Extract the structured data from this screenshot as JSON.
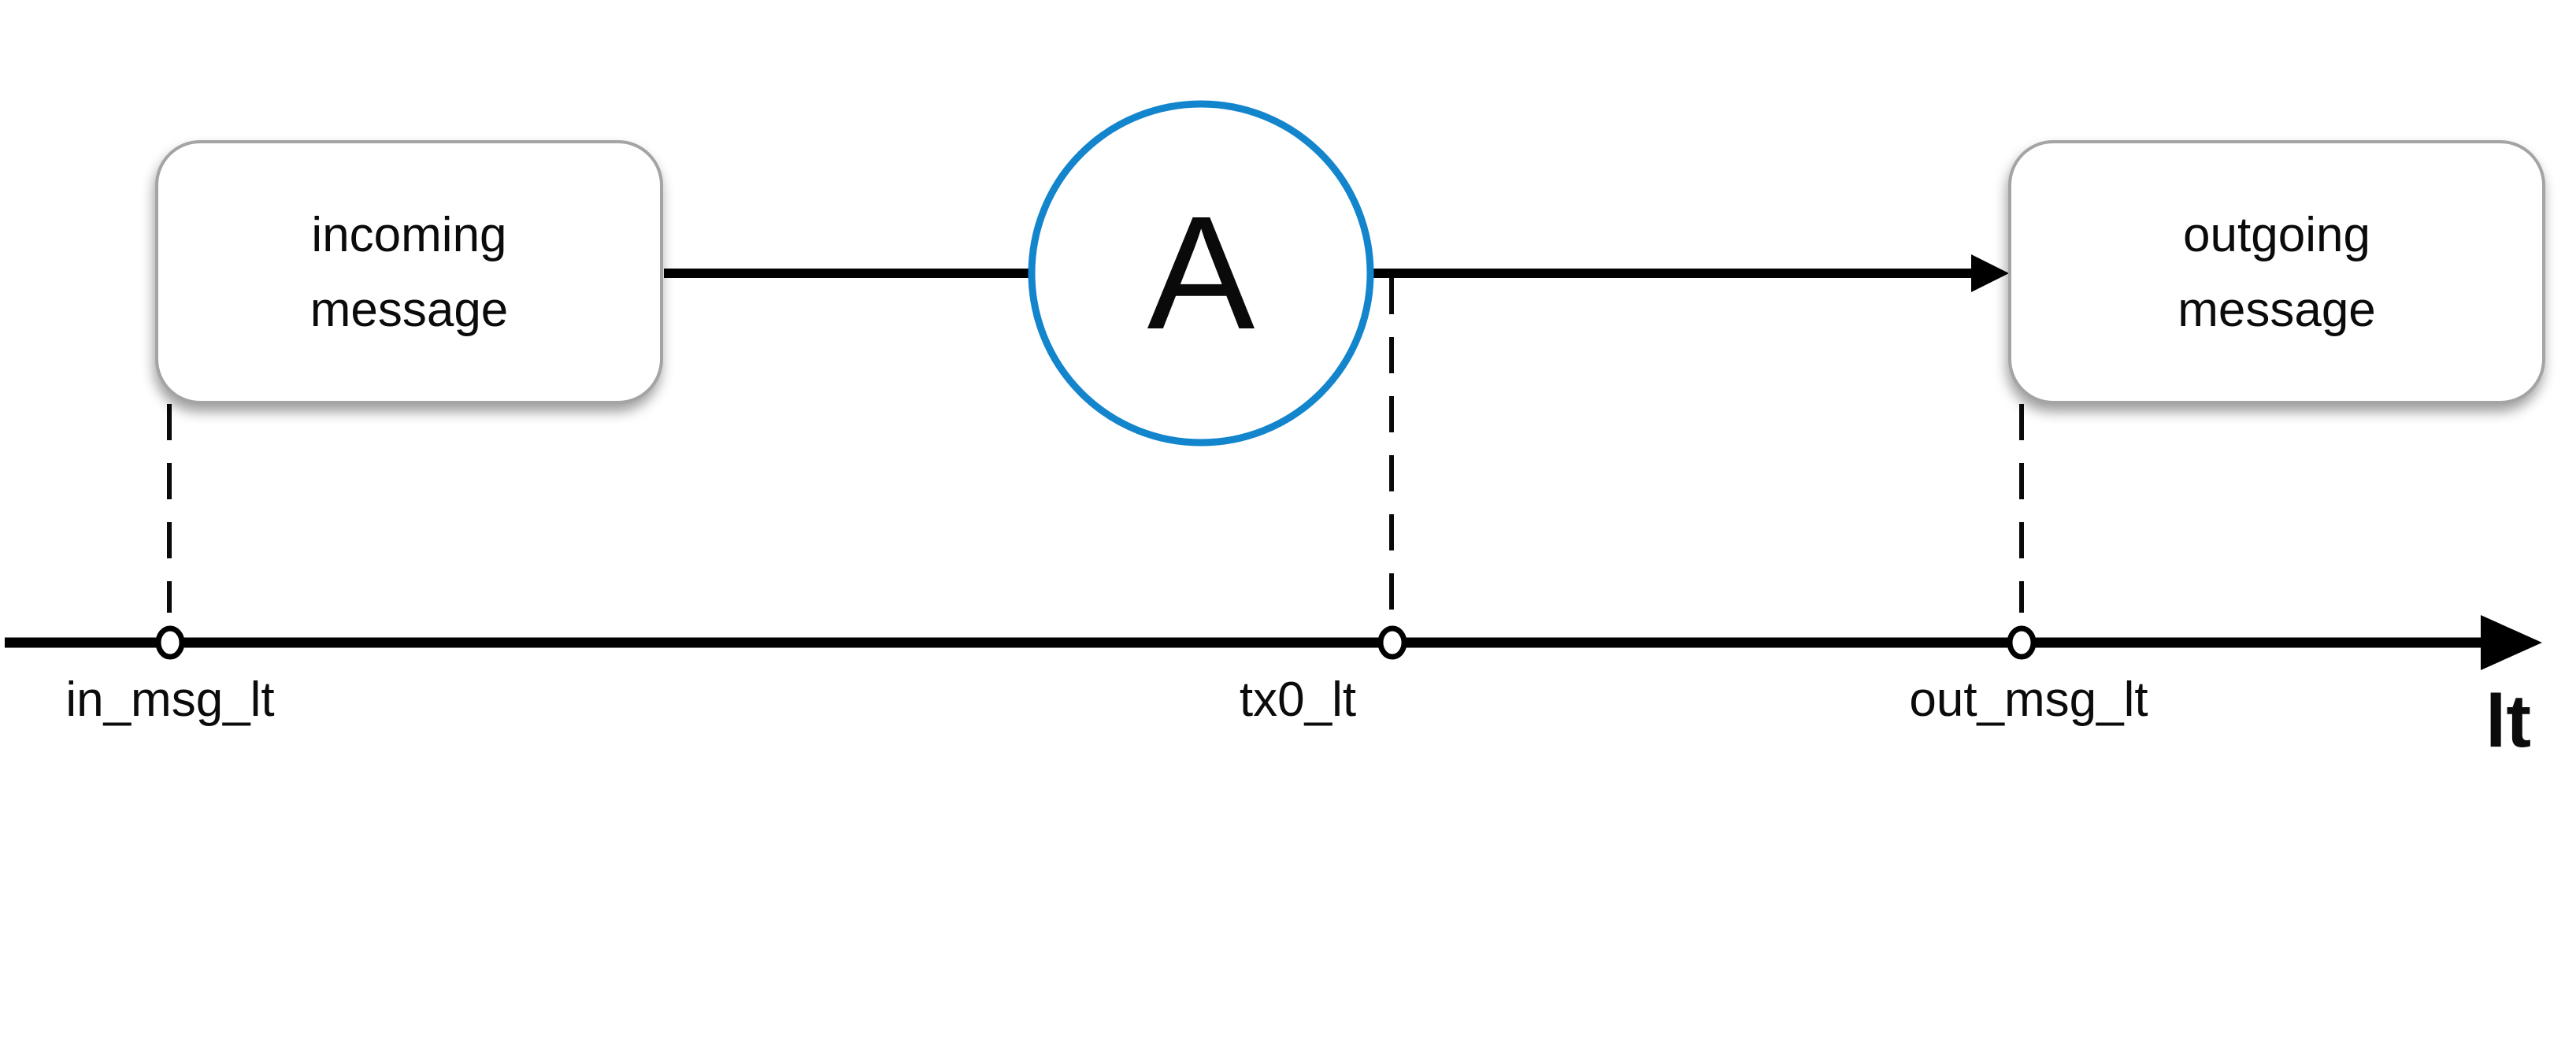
{
  "diagram": {
    "nodes": {
      "incoming": {
        "label": "incoming\nmessage"
      },
      "processor": {
        "label": "A"
      },
      "outgoing": {
        "label": "outgoing\nmessage"
      }
    },
    "timeline": {
      "axis_label": "lt",
      "markers": [
        {
          "label": "in_msg_lt"
        },
        {
          "label": "tx0_lt"
        },
        {
          "label": "out_msg_lt"
        }
      ]
    },
    "colors": {
      "circle_stroke": "#1385cc",
      "box_border": "#a4a4a4",
      "line": "#000000",
      "background": "#ffffff"
    }
  }
}
